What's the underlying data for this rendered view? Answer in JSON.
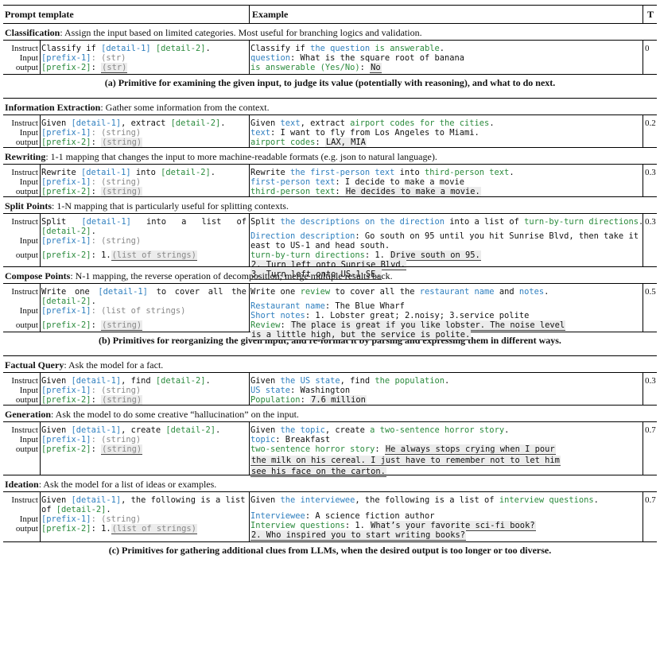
{
  "header": {
    "col1": "Prompt template",
    "col2": "Example",
    "col3": "T"
  },
  "labels": {
    "instruct": "Instruct",
    "input": "Input",
    "output": "output"
  },
  "classification": {
    "title": "Classification",
    "desc": ": Assign the input based on limited categories. Most useful for branching logics and validation.",
    "t1": "Classify if ",
    "d1": "[detail-1]",
    "sp": " ",
    "d2": "[detail-2]",
    "dot": ".",
    "p1": "[prefix-1]",
    "p1type": ": (str)",
    "p2": "[prefix-2]",
    "colon": ": ",
    "p2type": "(str)",
    "e1a": "Classify if ",
    "e1b": "the question",
    "e1c": " ",
    "e1d": "is answerable",
    "e1e": ".",
    "e2a": "question",
    "e2b": ": What is the square root of banana",
    "e3a": "is answerable (Yes/No)",
    "e3b": ": ",
    "e3c": "No",
    "t": "0",
    "caption": "(a) Primitive for examining the given input, to judge its value (potentially with reasoning), and what to do next."
  },
  "extraction": {
    "title": "Information Extraction",
    "desc": ": Gather some information from the context.",
    "t1": "Given ",
    "d1": "[detail-1]",
    "t2": ", extract ",
    "d2": "[detail-2]",
    "dot": ".",
    "p1": "[prefix-1]",
    "p1type": ": (string)",
    "p2": "[prefix-2]",
    "colon": ": ",
    "p2type": "(string)",
    "e1a": "Given ",
    "e1b": "text",
    "e1c": ", extract ",
    "e1d": "airport codes for the cities",
    "e1e": ".",
    "e2a": "text",
    "e2b": ": I want to fly from Los Angeles to Miami.",
    "e3a": "airport codes",
    "e3b": ": ",
    "e3c": "LAX, MIA",
    "t": "0.2"
  },
  "rewriting": {
    "title": "Rewriting",
    "desc": ": 1-1 mapping that changes the input to more machine-readable formats (e.g. json to natural language).",
    "t1": "Rewrite ",
    "d1": "[detail-1]",
    "t2": " into ",
    "d2": "[detail-2]",
    "dot": ".",
    "p1": "[prefix-1]",
    "p1type": ": (string)",
    "p2": "[prefix-2]",
    "colon": ": ",
    "p2type": "(string)",
    "e1a": "Rewrite ",
    "e1b": "the first-person text",
    "e1c": " into ",
    "e1d": "third-person text",
    "e1e": ".",
    "e2a": "first-person text",
    "e2b": ": I decide to make a movie",
    "e3a": "third-person text",
    "e3b": ": ",
    "e3c": "He decides to make a movie.",
    "t": "0.3"
  },
  "split": {
    "title": "Split Points",
    "desc": ": 1-N mapping that is particularly useful for splitting contexts.",
    "t1": "Split",
    "d1": "[detail-1]",
    "t2": "into",
    "t3": "a",
    "t4": "list",
    "t5": "of",
    "d2": "[detail-2]",
    "dot": ".",
    "p1": "[prefix-1]",
    "p1type": ": (string)",
    "p2": "[prefix-2]",
    "p2pre": ": 1.",
    "p2type": "(list of strings)",
    "e1a": "Split ",
    "e1b": "the descriptions on the direction",
    "e1c": " into a list of ",
    "e1d": "turn-by-turn directions",
    "e1e": ".",
    "e2a": "Direction description",
    "e2b": ": Go south on 95 until you hit Sunrise Blvd, then take it",
    "e2c": "east to US-1 and head south.",
    "e3a": "turn-by-turn directions",
    "e3b": ": 1. ",
    "e3c": "Drive south on 95.",
    "e3d": "2. Turn left onto Sunrise Blvd.",
    "e3e": "3. Turn left onto US-1 SE.",
    "t": "0.3"
  },
  "compose": {
    "title": "Compose Points",
    "desc": ": N-1 mapping, the reverse operation of decomposition; merge multiple results back.",
    "t1": "Write",
    "t2": "one",
    "d1": "[detail-1]",
    "t3": "to",
    "t4": "cover",
    "t5": "all",
    "t6": "the",
    "d2": "[detail-2]",
    "dot": ".",
    "p1": "[prefix-1]",
    "p1type": ": (list of strings)",
    "p2": "[prefix-2]",
    "colon": ": ",
    "p2type": "(string)",
    "e1a": "Write one ",
    "e1b": "review",
    "e1c": " to cover all the ",
    "e1d": "restaurant name",
    "e1e": " and ",
    "e1f": "notes",
    "e1g": ".",
    "e2a": "Restaurant name",
    "e2b": ": The Blue Wharf",
    "e2c": "Short notes",
    "e2d": ": 1. Lobster great; 2.noisy; 3.service polite",
    "e3a": "Review",
    "e3b": ": ",
    "e3c": "The place is great if you like lobster. The noise level",
    "e3d": "is a little high, but the service is polite.",
    "t": "0.5",
    "caption": "(b) Primitives for reorganizing the given input, and re-format it by parsing and expressing them in different ways."
  },
  "factual": {
    "title": "Factual Query",
    "desc": ": Ask the model for a fact.",
    "t1": "Given ",
    "d1": "[detail-1]",
    "t2": ", find ",
    "d2": "[detail-2]",
    "dot": ".",
    "p1": "[prefix-1]",
    "p1type": ": (string)",
    "p2": "[prefix-2]",
    "colon": ": ",
    "p2type": "(string)",
    "e1a": "Given ",
    "e1b": "the US state",
    "e1c": ", find ",
    "e1d": "the population",
    "e1e": ".",
    "e2a": "US state",
    "e2b": ": Washington",
    "e3a": "Population",
    "e3b": ": ",
    "e3c": "7.6 million",
    "t": "0.3"
  },
  "generation": {
    "title": "Generation",
    "desc": ": Ask the model to do some creative “hallucination” on the input.",
    "t1": "Given ",
    "d1": "[detail-1]",
    "t2": ", create ",
    "d2": "[detail-2]",
    "dot": ".",
    "p1": "[prefix-1]",
    "p1type": ": (string)",
    "p2": "[prefix-2]",
    "colon": ": ",
    "p2type": "(string)",
    "e1a": "Given ",
    "e1b": "the topic",
    "e1c": ", create ",
    "e1d": "a two-sentence horror story",
    "e1e": ".",
    "e2a": "topic",
    "e2b": ": Breakfast",
    "e3a": "two-sentence horror story",
    "e3b": ": ",
    "e3c": "He always stops crying when I pour",
    "e3d": "the milk on his cereal. I just have to remember not to let him",
    "e3e": "see his face on the carton.",
    "t": "0.7"
  },
  "ideation": {
    "title": "Ideation",
    "desc": ": Ask the model for a list of ideas or examples.",
    "t1": "Given ",
    "d1": "[detail-1]",
    "t2": ", the following is a list",
    "t3": "of ",
    "d2": "[detail-2]",
    "dot": ".",
    "p1": "[prefix-1]",
    "p1type": ": (string)",
    "p2": "[prefix-2]",
    "p2pre": ": 1.",
    "p2type": "(list of strings)",
    "e1a": "Given ",
    "e1b": "the interviewee",
    "e1c": ", the following is a list of ",
    "e1d": "interview questions",
    "e1e": ".",
    "e2a": "Interviewee",
    "e2b": ": A science fiction author",
    "e3a": "Interview questions",
    "e3b": ": 1. ",
    "e3c": "What’s your favorite sci-fi book?",
    "e3d": "2. Who inspired you to start writing books?",
    "t": "0.7",
    "caption": "(c) Primitives for gathering additional clues from LLMs, when the desired output is too longer or too diverse."
  }
}
